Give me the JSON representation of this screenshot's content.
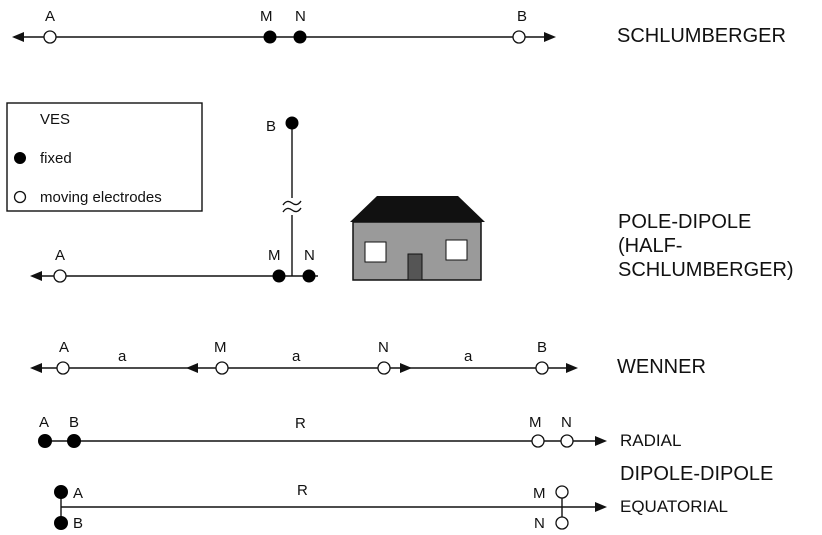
{
  "legend": {
    "title": "VES",
    "fixed_label": "fixed",
    "moving_label": "moving electrodes"
  },
  "arrays": {
    "schlumberger": {
      "name": "SCHLUMBERGER",
      "labels": {
        "a": "A",
        "m": "M",
        "n": "N",
        "b": "B"
      }
    },
    "pole_dipole": {
      "name_lines": [
        "POLE-DIPOLE",
        "(HALF-",
        "SCHLUMBERGER)"
      ],
      "labels": {
        "a": "A",
        "m": "M",
        "n": "N",
        "b": "B"
      }
    },
    "wenner": {
      "name": "WENNER",
      "labels": {
        "a": "A",
        "m": "M",
        "n": "N",
        "b": "B"
      },
      "spacing": [
        "a",
        "a",
        "a"
      ]
    },
    "dipole_dipole": {
      "title": "DIPOLE-DIPOLE",
      "radial": {
        "name": "RADIAL",
        "labels": {
          "a": "A",
          "b": "B",
          "m": "M",
          "n": "N"
        },
        "distance": "R"
      },
      "equatorial": {
        "name": "EQUATORIAL",
        "labels": {
          "a": "A",
          "b": "B",
          "m": "M",
          "n": "N"
        },
        "distance": "R"
      }
    }
  },
  "colors": {
    "house_roof": "#111111",
    "house_wall": "#9a9a9a",
    "house_window": "#ffffff",
    "house_door": "#555555"
  }
}
